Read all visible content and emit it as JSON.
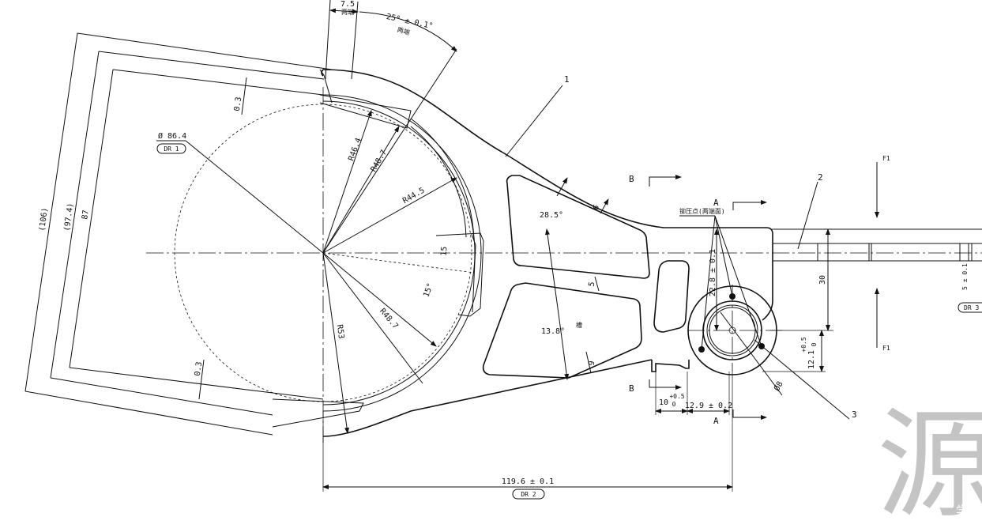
{
  "dims": {
    "d_7_5": "7.5",
    "d_7_5_note": "两端",
    "d_25": "25° ± 0.1°",
    "d_25_note": "两端",
    "d_106": "(106)",
    "d_97_4": "(97.4)",
    "d_87": "87",
    "d_0_3_top": "0.3",
    "d_0_3_bot": "0.3",
    "phi_86_4": "Ø 86.4",
    "dr1": "DR 1",
    "r46_4": "R46.4",
    "r48_7_top": "R48.7",
    "r44_5": "R44.5",
    "r48_7_bot": "R48.7",
    "r53": "R53",
    "d_15": "15",
    "d_15deg": "15°",
    "ang_28_5": "28.5°",
    "ang_13_8": "13.8°",
    "pocket_note": "槽",
    "d_6": "6",
    "d_5": "5",
    "d_9": "9",
    "d_22_8": "22.8 ± 0.1",
    "d_30": "30",
    "d_12_1": "12.1",
    "d_12_1_tol": "+0.5",
    "d_12_1_tol0": "0",
    "d_10": "10",
    "d_10_tol": "+0.5",
    "d_10_tol0": "0",
    "d_12_9": "12.9 ± 0.2",
    "phi_8": "Ø8",
    "d_5_01": "5 ± 0.1",
    "dr3": "DR 3",
    "d_119_6": "119.6 ± 0.1",
    "dr2": "DR 2",
    "rivet_note": "铆压点(两端面)"
  },
  "labels": {
    "part1": "1",
    "part2": "2",
    "part3": "3",
    "sec_b_top": "B",
    "sec_b_bot": "B",
    "sec_a_top": "A",
    "sec_a_bot": "A",
    "f1_top": "F1",
    "f1_bot": "F1"
  },
  "watermark": {
    "glyph": "源",
    "text": "学"
  }
}
